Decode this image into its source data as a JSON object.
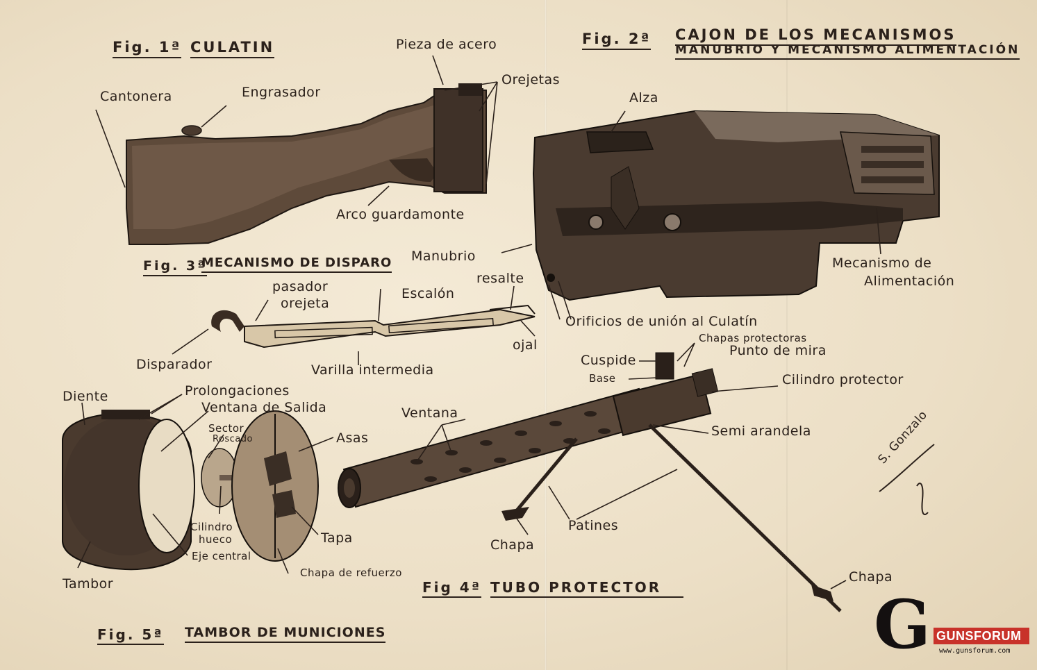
{
  "figures": {
    "fig1": {
      "number": "Fig. 1ª",
      "title": "CULATIN"
    },
    "fig2": {
      "number": "Fig. 2ª",
      "title_line1": "CAJON DE LOS MECANISMOS",
      "title_line2": "MANUBRIO Y MECANISMO ALIMENTACIÓN"
    },
    "fig3": {
      "number": "Fig. 3ª",
      "title": "MECANISMO DE DISPARO"
    },
    "fig4": {
      "number": "Fig 4ª",
      "title": "TUBO PROTECTOR"
    },
    "fig5": {
      "number": "Fig. 5ª",
      "title": "TAMBOR DE MUNICIONES"
    }
  },
  "labels": {
    "fig1": {
      "pieza_de_acero": "Pieza de acero",
      "orejetas": "Orejetas",
      "cantonera": "Cantonera",
      "engrasador": "Engrasador",
      "arco_guardamonte": "Arco guardamonte"
    },
    "fig2": {
      "alza": "Alza",
      "manubrio": "Manubrio",
      "mecanismo_de": "Mecanismo de",
      "alimentacion": "Alimentación",
      "orificios": "Orificios de unión al Culatín"
    },
    "fig3": {
      "pasador": "pasador",
      "orejeta": "orejeta",
      "escalon": "Escalón",
      "resalte": "resalte",
      "ojal": "ojal",
      "disparador": "Disparador",
      "varilla_intermedia": "Varilla intermedia"
    },
    "fig4": {
      "cuspide": "Cuspide",
      "chapas_protectoras": "Chapas protectoras",
      "punto_de_mira": "Punto de mira",
      "base": "Base",
      "cilindro_protector": "Cilindro protector",
      "ventana": "Ventana",
      "semi_arandela": "Semi arandela",
      "patines": "Patines",
      "chapa_1": "Chapa",
      "chapa_2": "Chapa"
    },
    "fig5": {
      "diente": "Diente",
      "prolongaciones": "Prolongaciones",
      "ventana_de_salida": "Ventana de Salida",
      "sector": "Sector",
      "roscado": "Roscado",
      "asas": "Asas",
      "cilindro": "Cilindro",
      "hueco": "hueco",
      "tapa": "Tapa",
      "eje_central": "Eje central",
      "chapa_de_refuerzo": "Chapa de refuerzo",
      "tambor": "Tambor"
    }
  },
  "signature": "S. Gonzalo",
  "watermark": {
    "brand": "GUNSFORUM",
    "url": "www.gunsforum.com",
    "accent_color": "#c8322a"
  },
  "colors": {
    "paper": "#efe3cc",
    "ink": "#2b211b"
  }
}
